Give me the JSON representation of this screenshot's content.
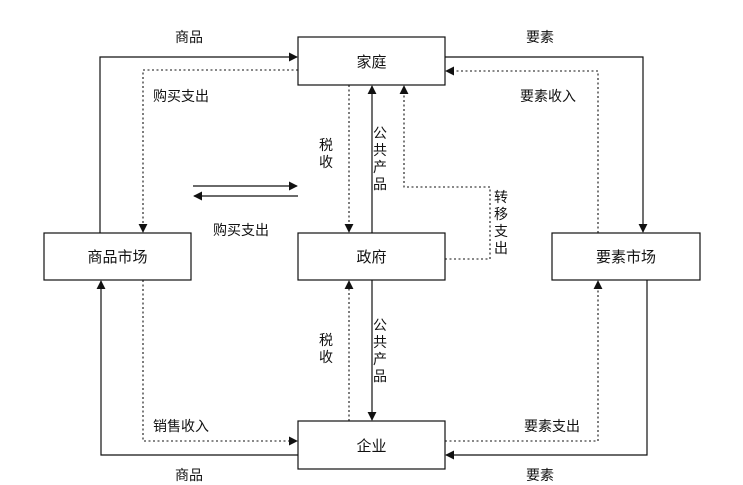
{
  "nodes": {
    "household": "家庭",
    "goods_market": "商品市场",
    "government": "政府",
    "factor_market": "要素市场",
    "firm": "企业"
  },
  "labels": {
    "goods_top": "商品",
    "factors_top": "要素",
    "purchase_spending_left": "购买支出",
    "factor_income": "要素收入",
    "tax_upper": "税收",
    "public_goods_upper": "公共产品",
    "transfer_payment": "转移支出",
    "purchase_spending_mid": "购买支出",
    "tax_lower": "税收",
    "public_goods_lower": "公共产品",
    "sales_revenue": "销售收入",
    "factor_spending": "要素支出",
    "goods_bottom": "商品",
    "factors_bottom": "要素"
  },
  "colors": {
    "line": "#111111",
    "background": "#ffffff"
  }
}
